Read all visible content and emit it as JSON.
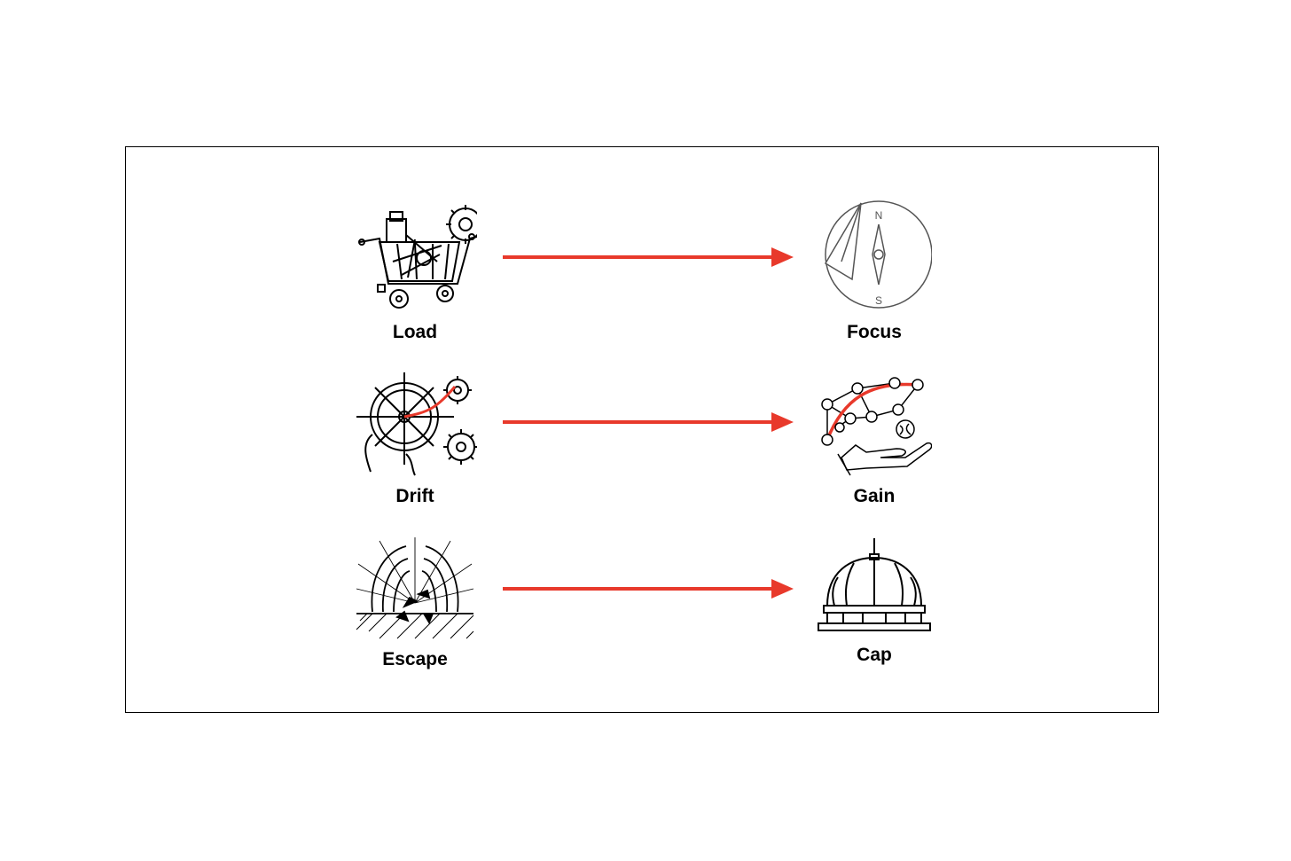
{
  "colors": {
    "arrow": "#e8392b",
    "line": "#000000",
    "accent": "#e8392b"
  },
  "pairs": [
    {
      "from": {
        "label": "Load",
        "icon": "shopping-cart-with-gears-icon"
      },
      "to": {
        "label": "Focus",
        "icon": "compass-icon"
      }
    },
    {
      "from": {
        "label": "Drift",
        "icon": "ship-wheel-with-gears-icon"
      },
      "to": {
        "label": "Gain",
        "icon": "hand-with-network-curve-icon"
      }
    },
    {
      "from": {
        "label": "Escape",
        "icon": "bursting-arches-icon"
      },
      "to": {
        "label": "Cap",
        "icon": "dome-icon"
      }
    }
  ],
  "compass": {
    "north": "N",
    "south": "S"
  }
}
